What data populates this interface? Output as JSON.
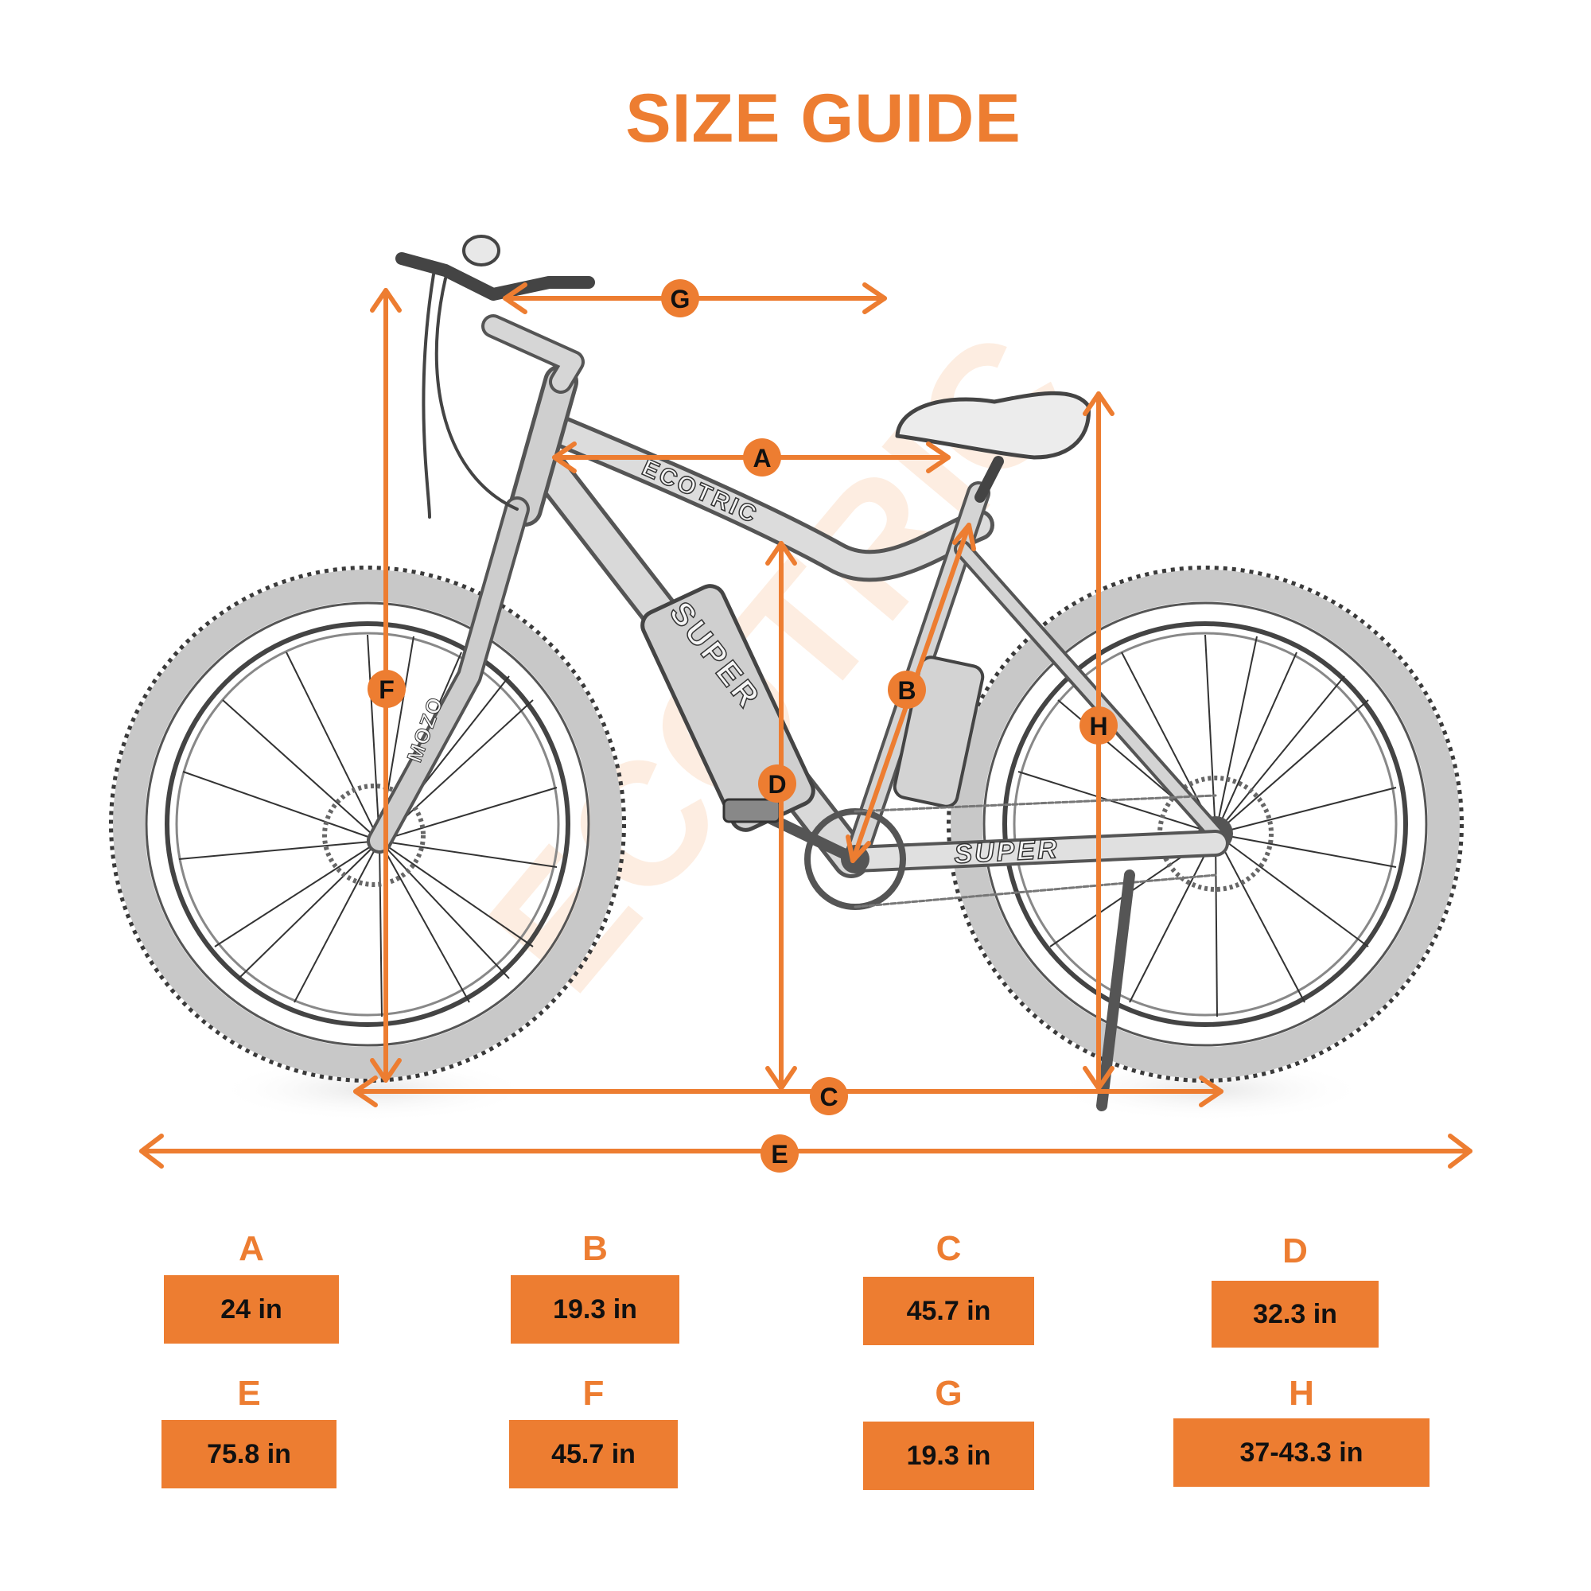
{
  "title": "SIZE GUIDE",
  "colors": {
    "accent": "#ED7D31",
    "text_dark": "#111111",
    "sketch": "#4a4a4a",
    "background": "#FFFFFF"
  },
  "bike": {
    "frame_labels": {
      "top_tube": "ECOTRIC",
      "down_tube": "SUPER",
      "chainstay": "SUPER",
      "fork": "MOZO"
    },
    "watermark": "ECOTRIC"
  },
  "dimension_markers": [
    {
      "letter": "A",
      "description": "horizontal, head tube to saddle nose"
    },
    {
      "letter": "B",
      "description": "diagonal, seat tube length"
    },
    {
      "letter": "C",
      "description": "horizontal, wheelbase"
    },
    {
      "letter": "D",
      "description": "vertical, standover height"
    },
    {
      "letter": "E",
      "description": "horizontal, overall length"
    },
    {
      "letter": "F",
      "description": "vertical, overall height to handlebar"
    },
    {
      "letter": "G",
      "description": "horizontal, handlebar to seat"
    },
    {
      "letter": "H",
      "description": "vertical, saddle height"
    }
  ],
  "specs": [
    {
      "letter": "A",
      "value": "24 in"
    },
    {
      "letter": "B",
      "value": "19.3 in"
    },
    {
      "letter": "C",
      "value": "45.7 in"
    },
    {
      "letter": "D",
      "value": "32.3 in"
    },
    {
      "letter": "E",
      "value": "75.8 in"
    },
    {
      "letter": "F",
      "value": "45.7 in"
    },
    {
      "letter": "G",
      "value": "19.3 in"
    },
    {
      "letter": "H",
      "value": "37-43.3 in"
    }
  ]
}
